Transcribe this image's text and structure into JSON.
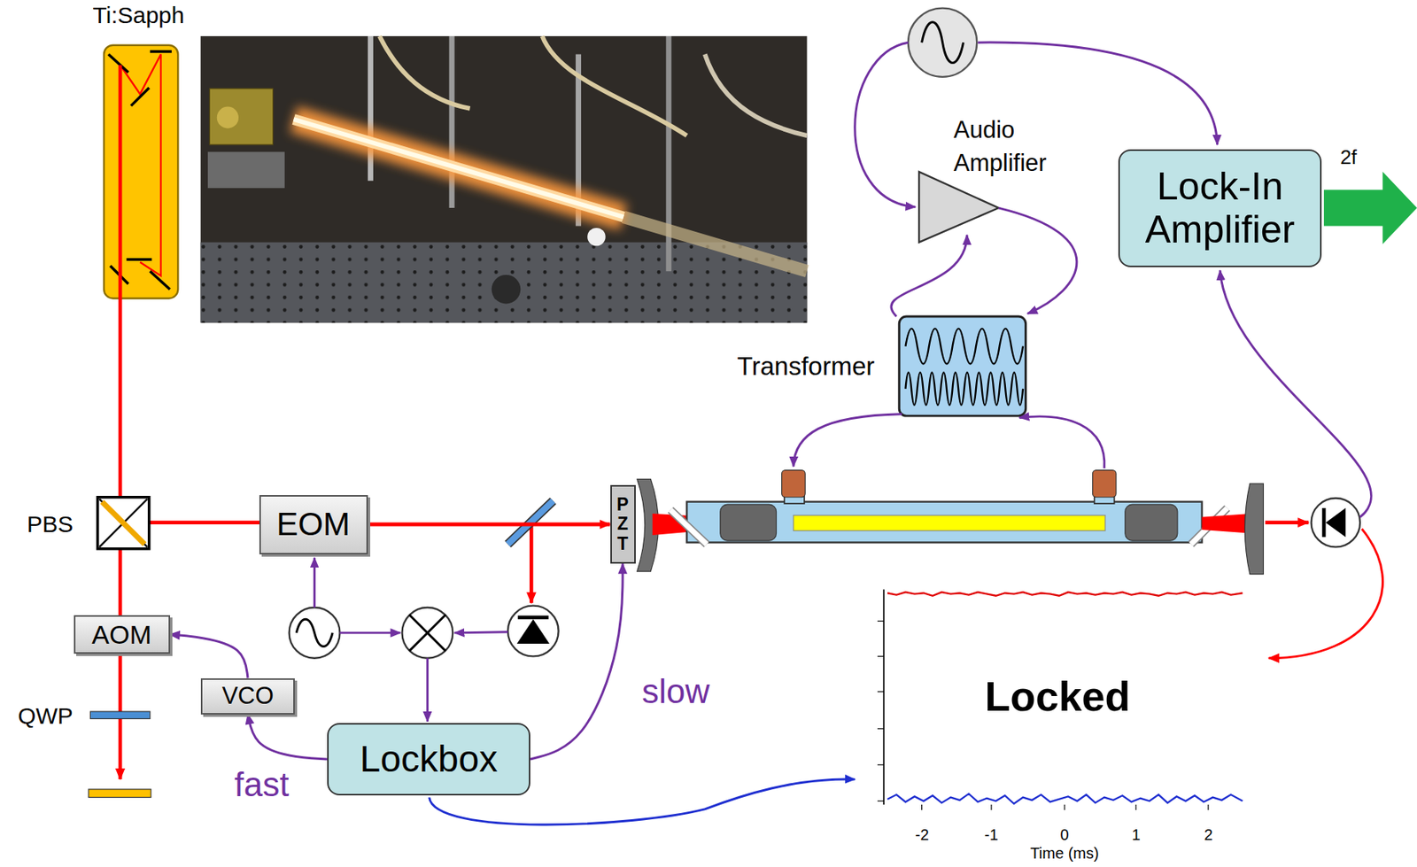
{
  "diagram": {
    "nodes": [
      {
        "text": [
          "Lock-In Amplifier"
        ]
      },
      {
        "text": [
          "EOM"
        ]
      },
      {
        "text": [
          "PZT"
        ]
      },
      {
        "text": [
          "AOM"
        ]
      },
      {
        "text": [
          "VCO"
        ]
      },
      {
        "text": [
          "Lockbox"
        ]
      }
    ],
    "edges": [
      {
        "from": 5,
        "to": 4,
        "label": "fast",
        "arrow": "to"
      },
      {
        "from": 4,
        "to": 3,
        "arrow": "to"
      },
      {
        "from": 5,
        "to": 2,
        "label": "slow",
        "arrow": "to"
      },
      {
        "from": 1,
        "to": 2,
        "arrow": "to"
      }
    ],
    "labels": [
      "Ti:Sapph",
      "Audio Amplifier",
      "2f",
      "Transformer",
      "PBS",
      "QWP",
      "Locked",
      "-2",
      "-1",
      "0",
      "1",
      "2",
      "Time (ms)"
    ]
  }
}
